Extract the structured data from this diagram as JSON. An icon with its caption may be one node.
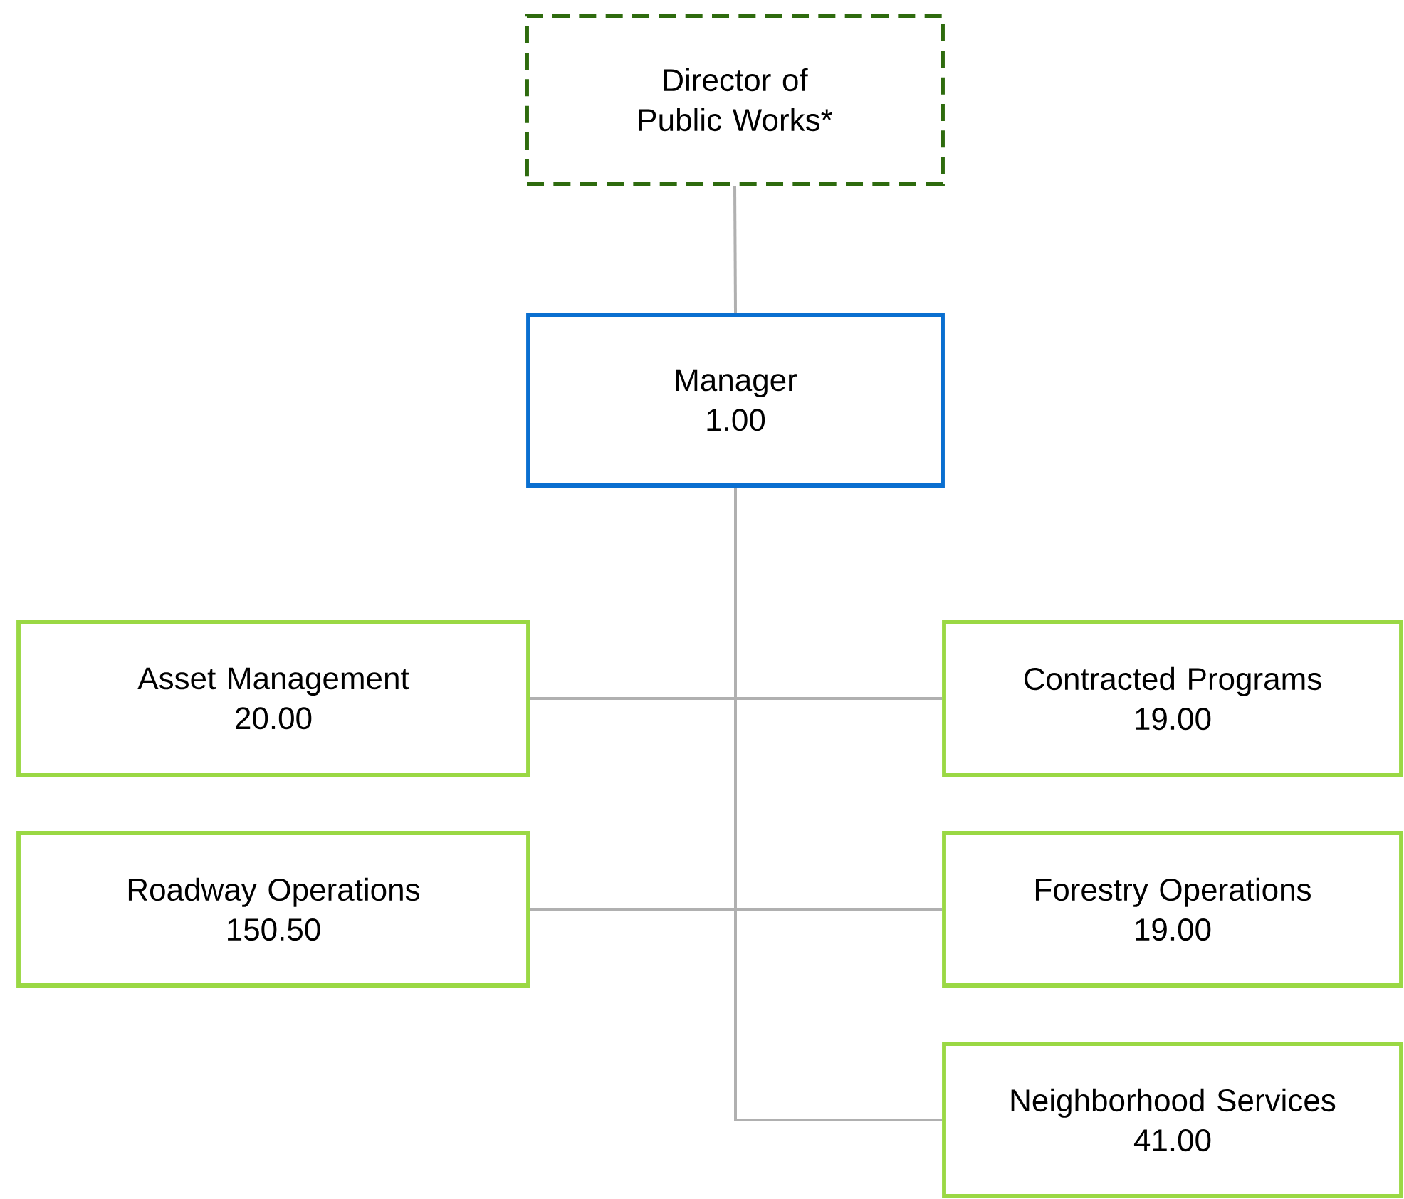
{
  "diagram": {
    "nodes": [
      {
        "text": [
          "Director of Public Works*"
        ]
      },
      {
        "text": [
          "Manager",
          "1.00"
        ]
      },
      {
        "text": [
          "Asset Management",
          "20.00"
        ]
      },
      {
        "text": [
          "Contracted Programs",
          "19.00"
        ]
      },
      {
        "text": [
          "Roadway Operations",
          "150.50"
        ]
      },
      {
        "text": [
          "Forestry Operations",
          "19.00"
        ]
      },
      {
        "text": [
          "Neighborhood Services",
          "41.00"
        ]
      }
    ],
    "edges": [
      {
        "from": 0,
        "to": 1,
        "arrow": "none"
      },
      {
        "from": 1,
        "to": 2,
        "arrow": "none"
      },
      {
        "from": 1,
        "to": 3,
        "arrow": "none"
      },
      {
        "from": 1,
        "to": 4,
        "arrow": "none"
      },
      {
        "from": 1,
        "to": 5,
        "arrow": "none"
      },
      {
        "from": 1,
        "to": 6,
        "arrow": "none"
      }
    ]
  }
}
